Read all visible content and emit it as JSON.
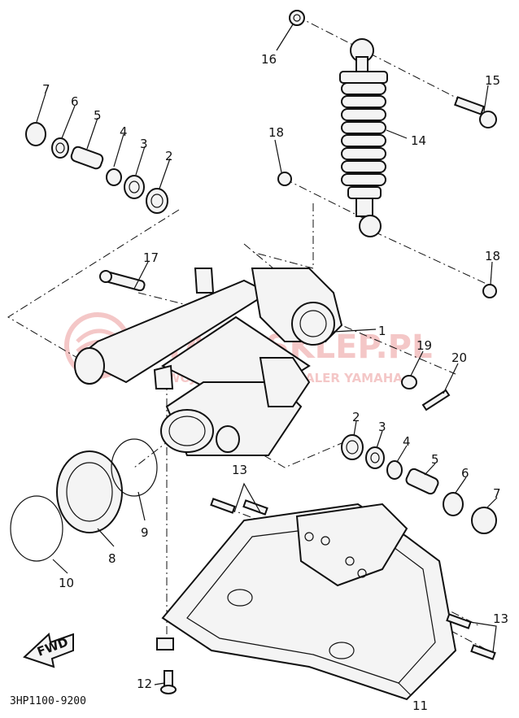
{
  "diagram_code": "3HP1100-9200",
  "watermark": {
    "title": "YAMASKLEP.PL",
    "subtitle": "WOJCIECHOWICZ DEALER YAMAHA",
    "color": "#e06060"
  },
  "fwd_label": "FWD",
  "callouts": [
    "1",
    "2",
    "3",
    "4",
    "5",
    "6",
    "7",
    "8",
    "9",
    "10",
    "11",
    "12",
    "13",
    "14",
    "15",
    "16",
    "17",
    "18",
    "19",
    "20"
  ]
}
